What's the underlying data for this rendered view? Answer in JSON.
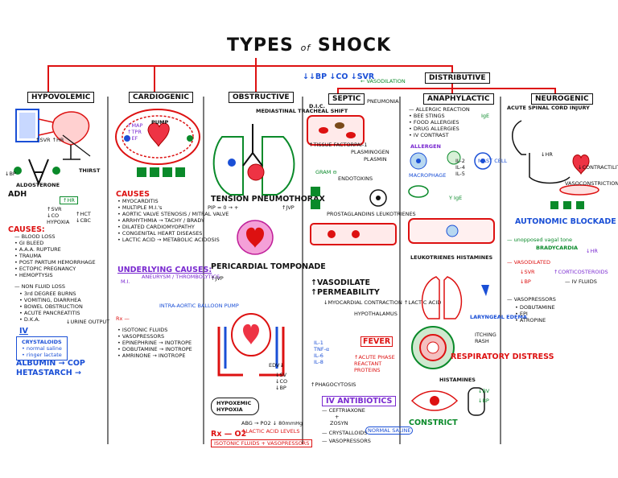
{
  "title": {
    "main": "TYPES",
    "of": "of",
    "shock": "SHOCK"
  },
  "top_note": {
    "line1": "↓↓BP ↓CO ↓SVR",
    "vaso": "← VASODILATION"
  },
  "headers": {
    "hypovolemic": "HYPOVOLEMIC",
    "cardiogenic": "CARDIOGENIC",
    "obstructive": "OBSTRUCTIVE",
    "distributive": "DISTRIBUTIVE",
    "septic": "SEPTIC",
    "anaphylactic": "ANAPHYLACTIC",
    "neurogenic": "NEUROGENIC"
  },
  "hypovolemic": {
    "adh": "ADH",
    "thirst": "THIRST",
    "aldosterone": "ALDOSTERONE",
    "ebp": "↓BP",
    "svr_hr": "↑SVR ↑HR",
    "effects": [
      "↑HR",
      "↑SVR",
      "↓CO",
      "HYPOXIA",
      "↑HCT",
      "↓CBC"
    ],
    "causes_title": "CAUSES:",
    "causes": [
      "— BLOOD LOSS",
      "• GI BLEED",
      "• A.A.A. RUPTURE",
      "• TRAUMA",
      "• POST PARTUM HEMORRHAGE",
      "• ECTOPIC PREGNANCY",
      "• HEMOPTYSIS"
    ],
    "nonfluid_title": "— NON FLUID LOSS",
    "nonfluid": [
      "• 3rd DEGREE BURNS",
      "• VOMITING, DIARRHEA",
      "• BOWEL OBSTRUCTION",
      "• ACUTE PANCREATITIS",
      "• D.K.A."
    ],
    "iv_title": "IV",
    "iv": [
      "CRYSTALOIDS",
      "• normal saline",
      "• ringer lactate",
      "ALBUMIN → COP",
      "HETASTARCH →"
    ],
    "urine": "↓URINE OUTPUT"
  },
  "cardiogenic": {
    "labels": [
      "↑MAP",
      "↑TPR",
      "↓EF",
      "PUMP"
    ],
    "causes_title": "CAUSES",
    "causes": [
      "• MYOCARDITIS",
      "• MULTIPLE M.I.'s",
      "• AORTIC VALVE STENOSIS / MITRAL VALVE",
      "• ARRHYTHMIA → TACHY / BRADY",
      "• DILATED CARDIOMYOPATHY",
      "• CONGENITAL HEART DISEASES",
      "• LACTIC ACID → METABOLIC ACIDOSIS"
    ],
    "underlying_title": "UNDERLYING CAUSES:",
    "underlying": [
      "M.I.",
      "ANEURYSM / THROMBOLYTICS"
    ],
    "rx": "Rx —",
    "pump": "INTRA-AORTIC BALLOON PUMP",
    "treatment": [
      "• ISOTONIC FLUIDS",
      "• VASOPRESSORS",
      "• EPINEPHRINE → INOTROPE",
      "• DOBUTAMINE → INOTROPE",
      "• AMRINONE → INOTROPE"
    ]
  },
  "obstructive": {
    "mediastinal": "MEDIASTINAL TRACHEAL SHIFT",
    "tension": "TENSION PNEUMOTHORAX",
    "jvp": "↑JVP",
    "pip": "PIP = 0 → +",
    "pericardial": "PERICARDIAL TOMPONADE",
    "ebp": "↑JVP",
    "edv": "EDV↓",
    "sv": "↓SV",
    "co": "↓CO",
    "bp": "↓BP",
    "hypoxia": "HYPOXEMIC HYPOXIA",
    "abg": "ABG → PO2 ↓ 80mmHg",
    "lactic": "↑LACTIC ACID LEVELS",
    "rx": "Rx — O2",
    "fluids": "ISOTONIC FLUIDS + VASOPRESSORS"
  },
  "septic": {
    "dic": "D.I.C.",
    "pai": "PAI-1",
    "plasminogen": "PLASMINOGEN",
    "plasmin": "PLASMIN",
    "tissue": "↑TISSUE FACTOR",
    "gram": "GRAM ⊖",
    "endotoxins": "ENDOTOXINS",
    "pneumonia": "PNEUMONIA",
    "prostaglandins": "PROSTAGLANDINS LEUKOTRIENES",
    "vasodilate": "↑VASODILATE",
    "permeability": "↑PERMEABILITY",
    "myocardial": "↓MYOCARDIAL CONTRACTION ↑LACTIC ACID",
    "hypothalamus": "HYPOTHALAMUS",
    "fever": "FEVER",
    "cytokines": [
      "IL-1",
      "TNF-α",
      "IL-6",
      "IL-8"
    ],
    "acute": "↑ACUTE PHASE REACTANT PROTEINS",
    "phagocytosis": "↑PHAGOCYTOSIS",
    "antibiotics": "IV ANTIBIOTICS",
    "abx": [
      "— CEFTRIAXONE",
      "+",
      "ZOSYN"
    ],
    "crystalloids": "— CRYSTALLOIDS",
    "normal": "NORMAL SALINE",
    "vasopressors": "— VASOPRESSORS"
  },
  "anaphylactic": {
    "list": [
      "— ALLERGIC REACTION",
      "• BEE STINGS",
      "• FOOD ALLERGIES",
      "• DRUG ALLERGIES",
      "• IV CONTRAST"
    ],
    "allergen": "ALLERGEN",
    "ige": "IgE",
    "mast": "MAST CELL",
    "macrophage": "MACROPHAGE",
    "il": [
      "IL-2",
      "IL-4",
      "IL-5"
    ],
    "y_ige": "Y IgE",
    "leuko": "LEUKOTRIENES HISTAMINES",
    "laryngeal": "LARYNGEAL EDEMA",
    "rash": "ITCHING RASH",
    "respiratory": "RESPIRATORY DISTRESS",
    "histamines": "HISTAMINES",
    "constrict": "CONSTRICT",
    "bv": "↓BV",
    "bp": "↓BP"
  },
  "neurogenic": {
    "spinal": "ACUTE SPINAL CORD INJURY",
    "hr": "↓HR",
    "contractility": "↓CONTRACTILITY",
    "vasoconstriction": "VASOCONSTRICTION",
    "blockade": "AUTONOMIC BLOCKADE",
    "unopposed": "— unopposed vagal tone",
    "brady": "BRADYCARDIA",
    "hr2": "↓HR",
    "vasodilated": "— VASODILATED",
    "svr": "↓SVR",
    "bp": "↓BP",
    "cortico": "↑CORTICOSTEROIDS",
    "ivf": "— IV FLUIDS",
    "vasopressors": "— VASOPRESSORS",
    "drugs": [
      "• DOBUTAMINE",
      "• EPI",
      "• ATROPINE"
    ]
  }
}
